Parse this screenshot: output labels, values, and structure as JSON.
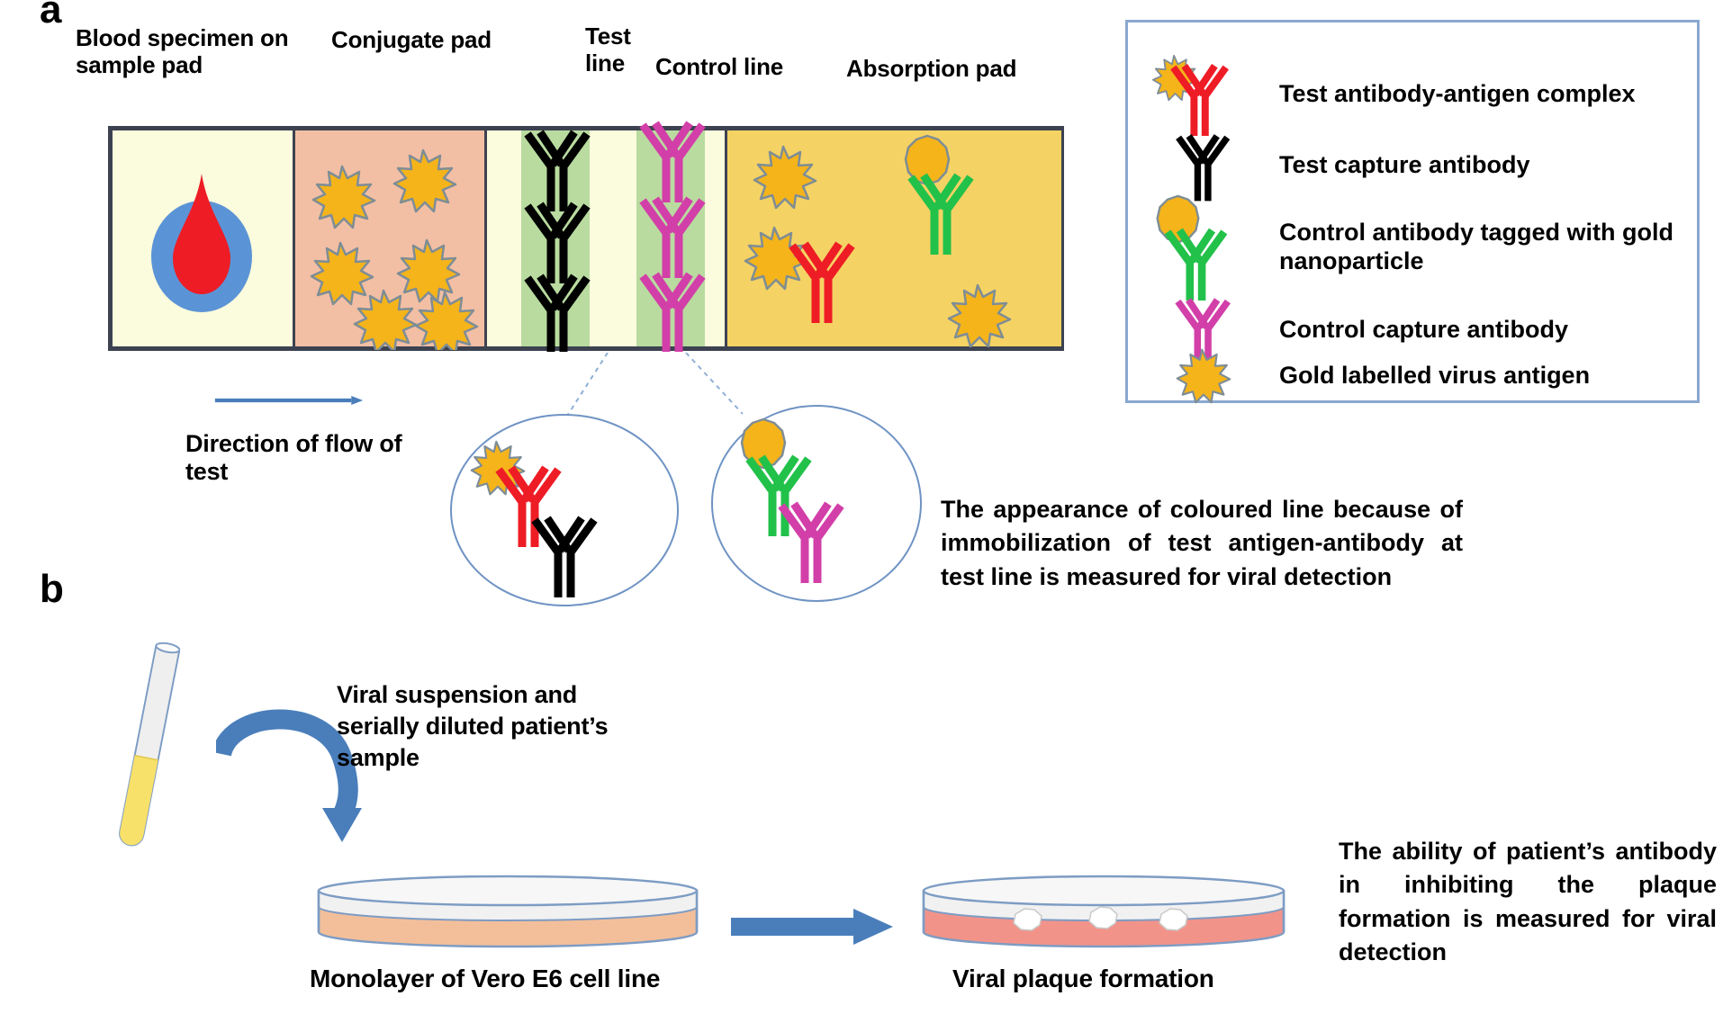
{
  "panels": {
    "a_letter": "a",
    "b_letter": "b"
  },
  "strip": {
    "labels": {
      "blood_specimen": "Blood specimen on sample pad",
      "conjugate_pad": "Conjugate pad",
      "test_line": "Test line",
      "control_line": "Control line",
      "absorption_pad": "Absorption pad"
    },
    "flow_label": "Direction of flow of test",
    "colors": {
      "sample_pad": "#fbfbdd",
      "conjugate_pad": "#f2bfa4",
      "reaction_pad": "#fbfbdd",
      "absorption_pad": "#f5d264",
      "line_band": "#b9dba0",
      "strip_border": "#3d4250",
      "test_capture_antibody": "#000000",
      "control_capture_antibody": "#d23fa8",
      "test_antibody": "#ee1c25",
      "control_antibody": "#22c14a",
      "gold_particle": "#f5b41a",
      "blood_drop": "#ee1c25",
      "blood_pool": "#5b94d6",
      "arrow_blue": "#4a7ebb",
      "leader_line": "#8fb0d6"
    }
  },
  "legend": {
    "items": [
      {
        "icon": "gold-antigen-red-antibody-icon",
        "label": "Test antibody-antigen complex"
      },
      {
        "icon": "black-antibody-icon",
        "label": "Test capture antibody"
      },
      {
        "icon": "gold-tagged-green-antibody-icon",
        "label": "Control antibody tagged with gold nanoparticle"
      },
      {
        "icon": "magenta-antibody-icon",
        "label": "Control capture antibody"
      },
      {
        "icon": "gold-star-antigen-icon",
        "label": "Gold labelled virus antigen"
      }
    ]
  },
  "callouts": {
    "test_line_note": "The appearance of coloured line because of immobilization of test antigen-antibody at test line is measured for viral detection",
    "plaque_note": "The ability of patient’s antibody in inhibiting the plaque formation is measured for viral detection"
  },
  "panel_b": {
    "viral_suspension_label": "Viral suspension and serially diluted patient’s sample",
    "monolayer_label": "Monolayer of Vero E6 cell line",
    "plaque_label": "Viral plaque formation",
    "colors": {
      "tube_liquid": "#f8e16a",
      "tube_glass": "#eeeeee",
      "dish_media_left": "#f3bf9a",
      "dish_media_right": "#f2938a",
      "dish_rim": "#7d9cc4",
      "arrow_blue": "#4a7ebb",
      "plaque": "#ffffff"
    },
    "plaque_count": 3
  }
}
